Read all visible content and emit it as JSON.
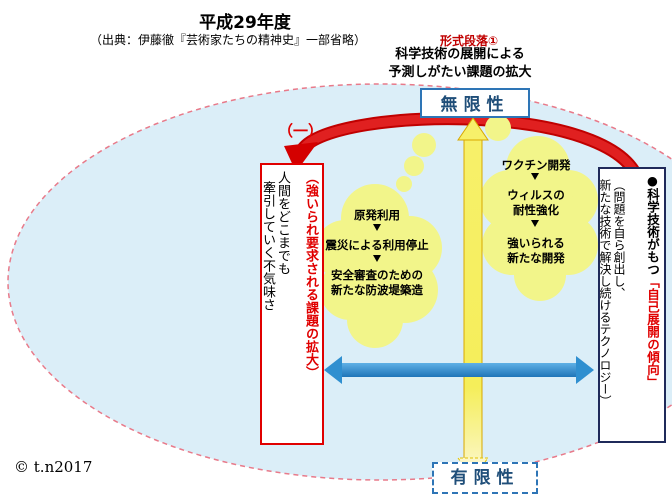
{
  "title": "平成29年度",
  "subtitle": "（出典：伊藤徹『芸術家たちの精神史』一部省略）",
  "stage": {
    "label": "形式段落①",
    "line1": "科学技術の展開による",
    "line2": "予測しがたい課題の拡大"
  },
  "infinite": "無限性",
  "finite": "有限性",
  "minus": "（一）",
  "left_box": {
    "red_text": "（強いられ要求される課題の拡大）",
    "black_line1": "人間をどこまでも",
    "black_line2": "牽引していく不気味さ"
  },
  "right_box": {
    "line1_prefix": "●科学技術がもつ",
    "line1_highlight": "「自己展開の傾向」",
    "sub_line1": "（問題を自ら創出し、",
    "sub_line2": "新たな技術で解決し続けるテクノロジー）"
  },
  "cloud_left": {
    "item1": "原発利用",
    "item2": "震災による利用停止",
    "item3_line1": "安全審査のための",
    "item3_line2": "新たな防波堤築造"
  },
  "cloud_right": {
    "item1": "ワクチン開発",
    "item2_line1": "ウィルスの",
    "item2_line2": "耐性強化",
    "item3_line1": "強いられる",
    "item3_line2": "新たな開発"
  },
  "copyright": "© t.n2017",
  "colors": {
    "ellipse_fill": "#dbeef8",
    "ellipse_stroke": "#e87a8a",
    "cloud_fill": "#f2f58a",
    "arrow_red": "#d40000",
    "arrow_blue": "#2f8fd0",
    "arrow_yellow": "#f5ee5a"
  }
}
